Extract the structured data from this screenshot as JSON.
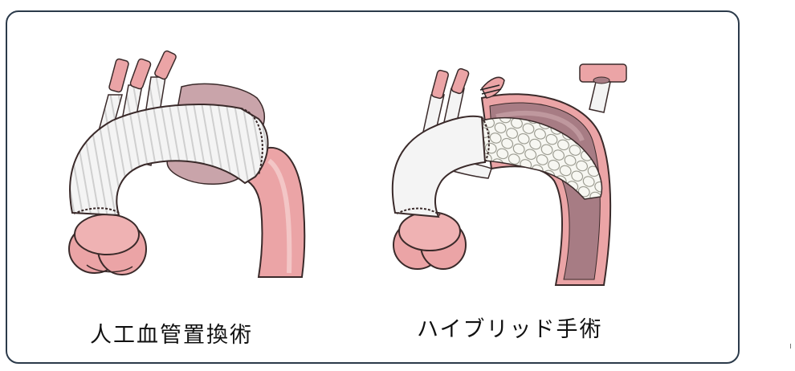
{
  "panels": [
    {
      "caption": "人工血管置換術"
    },
    {
      "caption": "ハイブリッド手術"
    }
  ],
  "colors": {
    "border": "#2b3a4a",
    "vessel_pink": "#eba4a6",
    "vessel_outline": "#3a2a2a",
    "graft_white": "#f4f4f4",
    "graft_rib": "#c9c9c9",
    "lumen_mauve": "#a77c84",
    "aneurysm_mauve": "#c9a4aa",
    "stent_white": "#f7f7f2"
  },
  "icons": {
    "left": "aortic-arch-graft-illustration",
    "right": "hybrid-stent-graft-illustration"
  }
}
